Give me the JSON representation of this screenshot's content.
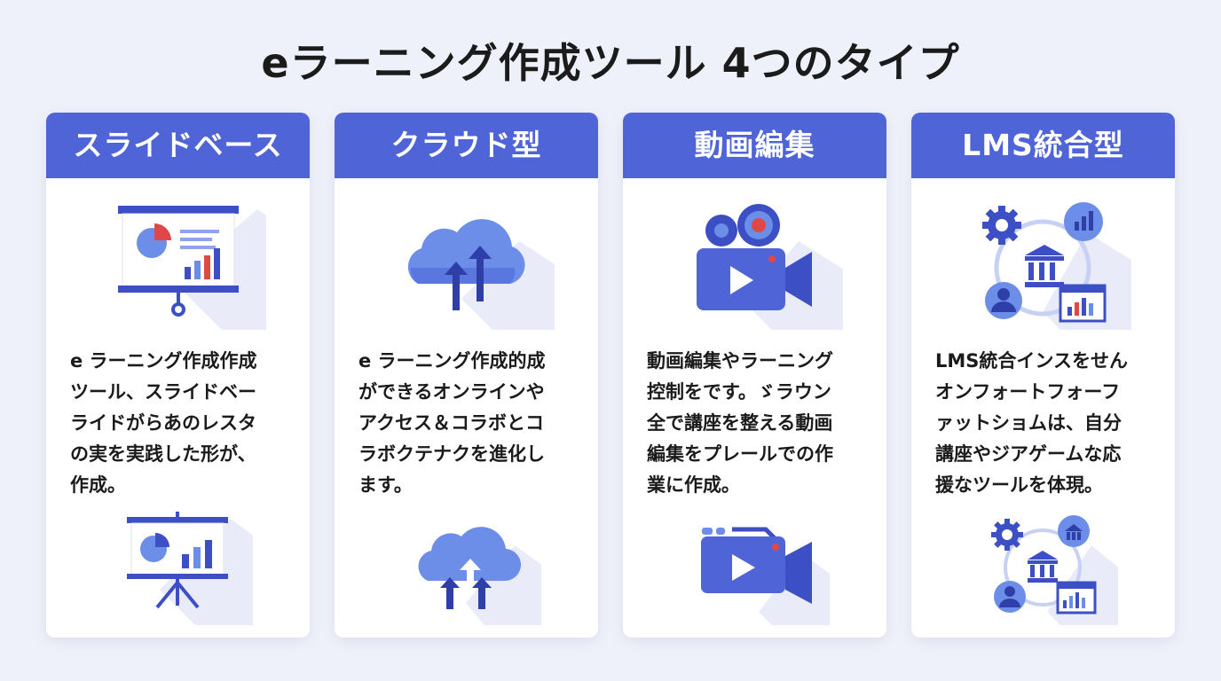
{
  "title": "eラーニング作成ツール 4つのタイプ",
  "colors": {
    "accent": "#4f64d6",
    "icon_dark": "#3d4fc4",
    "icon_light": "#6c8ee8",
    "highlight_red": "#e04848",
    "background": "#eff1fa"
  },
  "cards": [
    {
      "header": "スライドベース",
      "lines": [
        "e ラーニング作成作成",
        "ツール、スライドベー",
        "ライドがらあのレスタ",
        "の実を実践した形が、",
        "作成。"
      ],
      "icons": [
        "presentation-board-icon",
        "presentation-easel-icon"
      ]
    },
    {
      "header": "クラウド型",
      "lines": [
        "e ラーニング作成的成",
        "ができるオンラインや",
        "アクセス＆コラボとコ",
        "ラボクテナクを進化し",
        "ます。"
      ],
      "icons": [
        "cloud-upload-icon",
        "cloud-upload-icon"
      ]
    },
    {
      "header": "動画編集",
      "lines": [
        "動画編集やラーニング",
        "控制をです。ゞラウン",
        "全で講座を整える動画",
        "編集をプレールでの作",
        "業に作成。"
      ],
      "icons": [
        "video-camera-icon",
        "video-camera-icon"
      ]
    },
    {
      "header": "LMS統合型",
      "lines": [
        "LMS統合インスをせん",
        "オンフォートフォーフ",
        "ァットショムは、自分",
        "講座やジアゲームな応",
        "援なツールを体現。"
      ],
      "icons": [
        "lms-network-icon",
        "lms-network-icon"
      ]
    }
  ]
}
